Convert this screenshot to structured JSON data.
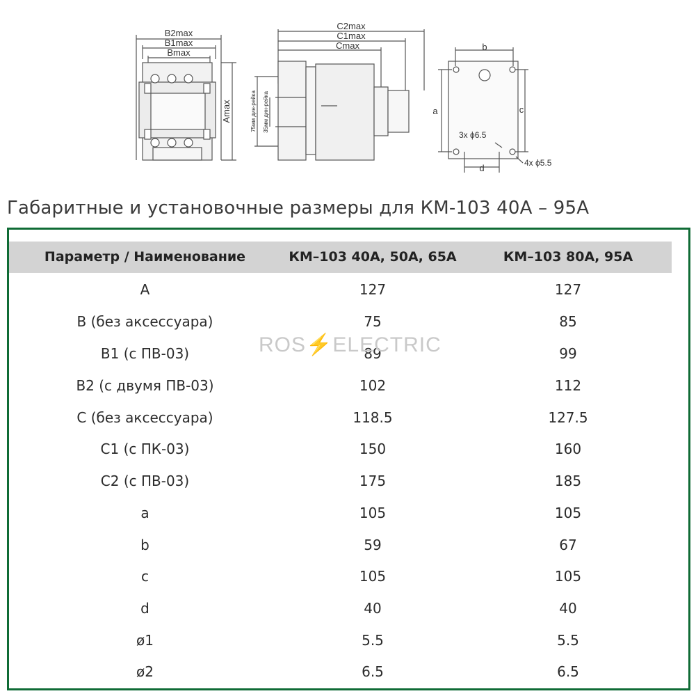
{
  "drawing": {
    "front": {
      "b2": "B2max",
      "b1": "B1max",
      "b": "Bmax",
      "a": "Amax"
    },
    "side": {
      "c2": "C2max",
      "c1": "C1max",
      "c": "Cmax",
      "rail75": "75мм дин-рейка",
      "rail35": "35мм дин-рейка"
    },
    "mount": {
      "b": "b",
      "a": "a",
      "c": "c",
      "d": "d",
      "hole3": "3x ϕ6.5",
      "hole4": "4x ϕ5.5"
    }
  },
  "title": "Габаритные и установочные размеры для КМ-103 40А – 95А",
  "watermark": {
    "left": "ROS",
    "right": "ELECTRIC"
  },
  "table": {
    "headers": [
      "Параметр / Наименование",
      "КМ–103 40А, 50А, 65А",
      "КМ–103 80А, 95А"
    ],
    "rows": [
      [
        "A",
        "127",
        "127"
      ],
      [
        "B (без аксессуара)",
        "75",
        "85"
      ],
      [
        "B1 (с ПВ-03)",
        "89",
        "99"
      ],
      [
        "B2 (с двумя ПВ-03)",
        "102",
        "112"
      ],
      [
        "C (без аксессуара)",
        "118.5",
        "127.5"
      ],
      [
        "C1 (с ПК-03)",
        "150",
        "160"
      ],
      [
        "C2 (с ПВ-03)",
        "175",
        "185"
      ],
      [
        "a",
        "105",
        "105"
      ],
      [
        "b",
        "59",
        "67"
      ],
      [
        "c",
        "105",
        "105"
      ],
      [
        "d",
        "40",
        "40"
      ],
      [
        "ø1",
        "5.5",
        "5.5"
      ],
      [
        "ø2",
        "6.5",
        "6.5"
      ]
    ]
  },
  "colors": {
    "frame": "#0f6b35",
    "header_bg": "#d3d3d3"
  }
}
